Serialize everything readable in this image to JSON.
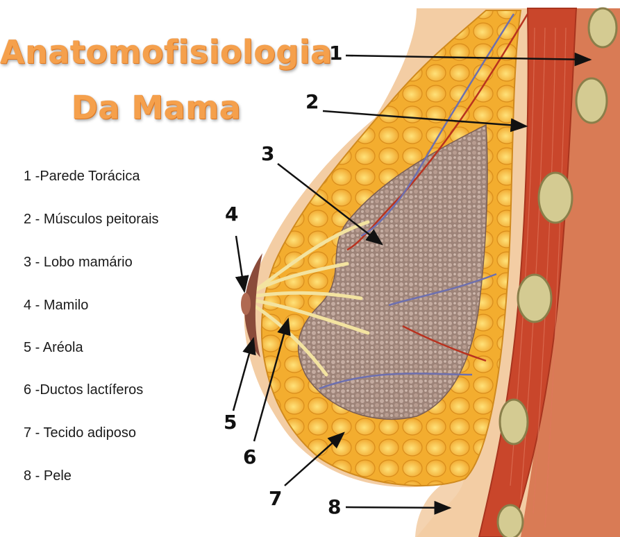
{
  "title": {
    "line1": "Anatomofisiologia",
    "line2": "Da Mama"
  },
  "legend": [
    "1 -Parede Torácica",
    "2 - Músculos peitorais",
    "3 - Lobo mamário",
    "4 - Mamilo",
    "5 - Aréola",
    "6 -Ductos lactíferos",
    "7 - Tecido adiposo",
    "8 - Pele"
  ],
  "callouts": [
    "1",
    "2",
    "3",
    "4",
    "5",
    "6",
    "7",
    "8"
  ],
  "colors": {
    "title": "#f5a04c",
    "skin": "#f3cda4",
    "fat": "#f4b43a",
    "lobule": "#a98d82",
    "muscle": "#c9462b",
    "rib": "#d8cf9a"
  }
}
